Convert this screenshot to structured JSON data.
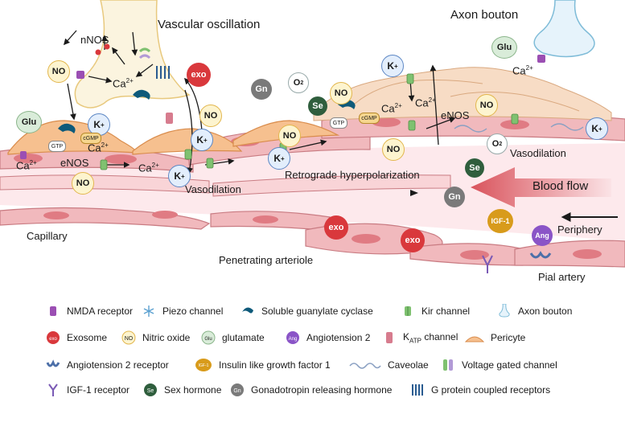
{
  "labels": {
    "vascular_oscillation": "Vascular oscillation",
    "axon_bouton": "Axon bouton",
    "nnos": "nNOS",
    "capillary": "Capillary",
    "penetrating_arteriole": "Penetrating arteriole",
    "pial_artery": "Pial artery",
    "periphery": "Periphery",
    "blood_flow": "Blood flow",
    "retrograde": "Retrograde hyperpolarization",
    "vasodilation": "Vasodilation",
    "enos": "eNOS",
    "ca": "Ca2+",
    "k": "K+",
    "no": "NO",
    "glu": "Glu",
    "exo": "exo",
    "gn": "Gn",
    "se": "Se",
    "o2": "O2",
    "gtp": "GTP",
    "cgmp": "cGMP",
    "igf1": "IGF-1",
    "ang": "Ang"
  },
  "legend": [
    {
      "icon": "nmda-receptor-icon",
      "label": "NMDA receptor"
    },
    {
      "icon": "piezo-channel-icon",
      "label": "Piezo channel"
    },
    {
      "icon": "soluble-guanylate-cyclase-icon",
      "label": "Soluble guanylate cyclase"
    },
    {
      "icon": "kir-channel-icon",
      "label": "Kir channel"
    },
    {
      "icon": "axon-bouton-icon",
      "label": "Axon bouton"
    },
    {
      "icon": "exosome-icon",
      "label": "Exosome"
    },
    {
      "icon": "nitric-oxide-icon",
      "label": "Nitric oxide"
    },
    {
      "icon": "glutamate-icon",
      "label": "glutamate"
    },
    {
      "icon": "angiotensin-icon",
      "label": "Angiotension 2"
    },
    {
      "icon": "katp-channel-icon",
      "label": "KATP channel"
    },
    {
      "icon": "pericyte-icon",
      "label": "Pericyte"
    },
    {
      "icon": "angiotensin-receptor-icon",
      "label": "Angiotension 2 receptor"
    },
    {
      "icon": "igf1-icon",
      "label": "Insulin like growth factor 1"
    },
    {
      "icon": "caveolae-icon",
      "label": "Caveolae"
    },
    {
      "icon": "voltage-gated-channel-icon",
      "label": "Voltage gated channel"
    },
    {
      "icon": "igf1-receptor-icon",
      "label": "IGF-1 receptor"
    },
    {
      "icon": "sex-hormone-icon",
      "label": "Sex hormone"
    },
    {
      "icon": "gnrh-icon",
      "label": "Gonadotropin releasing hormone"
    },
    {
      "icon": "gpcr-icon",
      "label": "G protein coupled receptors"
    }
  ],
  "colors": {
    "vessel_cell": "#f1b9bd",
    "vessel_cell_border": "#c97b82",
    "nucleus": "#e07b83",
    "lumen": "#fde9ec",
    "pericyte": "#f6c08f",
    "pericyte_border": "#d98c4c",
    "neuron": "#fbf4df",
    "neuron_border": "#e8c97e",
    "astro": "#f7dcc5",
    "exo": "#d9383c",
    "no_fill": "#fdf4cf",
    "no_border": "#e2b64d",
    "glu": "#d9ecd9",
    "k_fill": "#e3eefc",
    "k_border": "#5d87c4",
    "gn": "#7a7a7a",
    "se": "#2f5e3d",
    "igf": "#d89b1b",
    "ang": "#8a54c7",
    "kir": "#7fc170",
    "blood_flow": "#d9535c"
  }
}
